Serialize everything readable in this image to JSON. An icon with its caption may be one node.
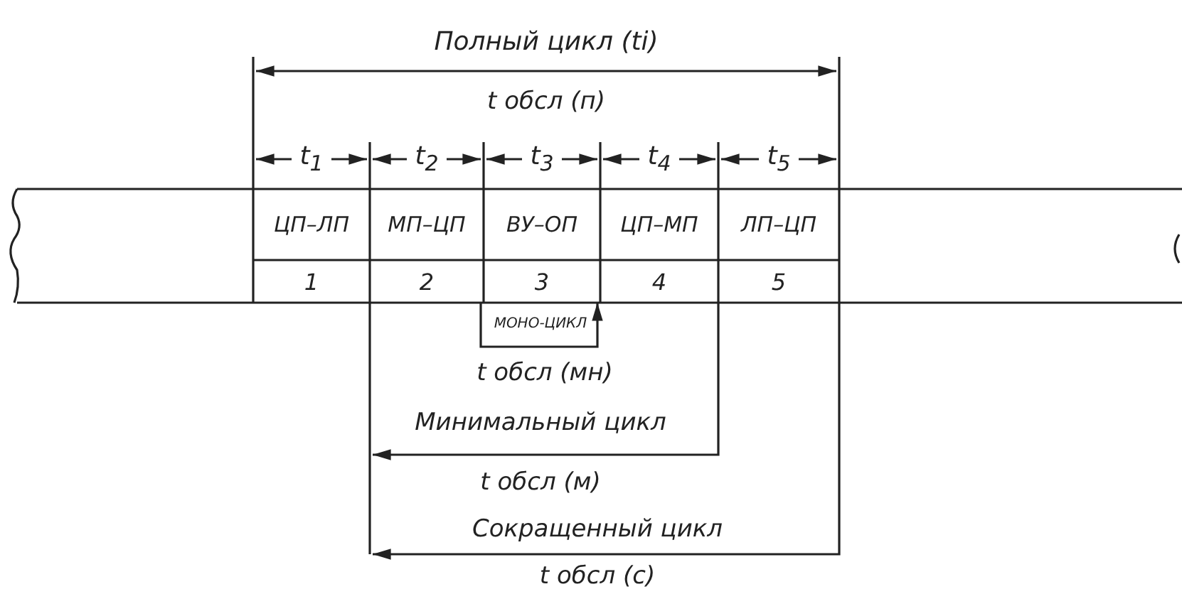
{
  "diagram": {
    "labels": [
      "Полный цикл (ti)",
      "t обсл (п)",
      "t$_{1}$",
      "t$_{2}$",
      "t$_{3}$",
      "t$_{4}$",
      "t$_{5}$",
      "ЦП–ЛП",
      "МП–ЦП",
      "ВУ–ОП",
      "ЦП–МП",
      "ЛП–ЦП",
      "1",
      "2",
      "3",
      "4",
      "5",
      "МОНО-ЦИКЛ",
      "t обсл (мн)",
      "Минимальный цикл",
      "t обсл (м)",
      "Сокращенный цикл",
      "t обсл (с)"
    ]
  }
}
